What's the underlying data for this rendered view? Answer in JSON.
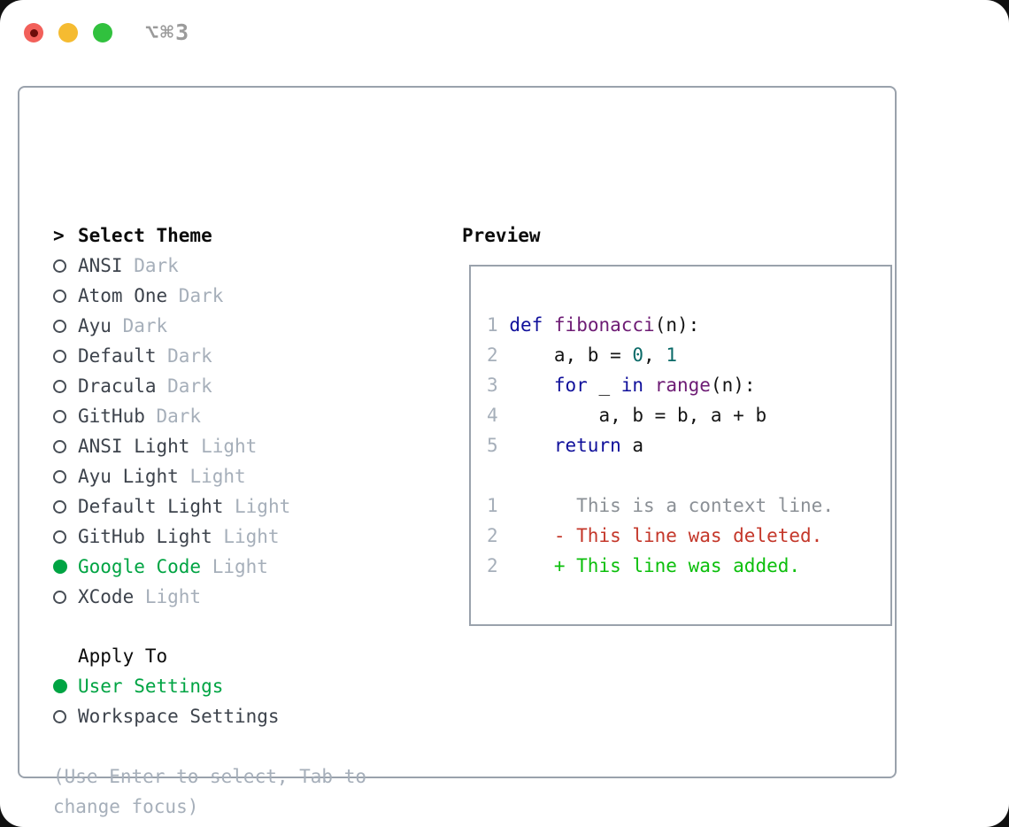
{
  "window": {
    "shortcut": "⌥⌘3",
    "traffic_lights": [
      {
        "name": "close",
        "color": "#f2605a",
        "has_inner_dot": true
      },
      {
        "name": "minimize",
        "color": "#f5bb31",
        "has_inner_dot": false
      },
      {
        "name": "zoom",
        "color": "#31c13e",
        "has_inner_dot": false
      }
    ]
  },
  "theme_picker": {
    "title": "Select Theme",
    "items": [
      {
        "name": "ANSI",
        "variant": "Dark",
        "selected": false
      },
      {
        "name": "Atom One",
        "variant": "Dark",
        "selected": false
      },
      {
        "name": "Ayu",
        "variant": "Dark",
        "selected": false
      },
      {
        "name": "Default",
        "variant": "Dark",
        "selected": false
      },
      {
        "name": "Dracula",
        "variant": "Dark",
        "selected": false
      },
      {
        "name": "GitHub",
        "variant": "Dark",
        "selected": false
      },
      {
        "name": "ANSI Light",
        "variant": "Light",
        "selected": false
      },
      {
        "name": "Ayu Light",
        "variant": "Light",
        "selected": false
      },
      {
        "name": "Default Light",
        "variant": "Light",
        "selected": false
      },
      {
        "name": "GitHub Light",
        "variant": "Light",
        "selected": false
      },
      {
        "name": "Google Code",
        "variant": "Light",
        "selected": true
      },
      {
        "name": "XCode",
        "variant": "Light",
        "selected": false
      }
    ]
  },
  "apply_to": {
    "title": "Apply To",
    "options": [
      {
        "label": "User Settings",
        "selected": true
      },
      {
        "label": "Workspace Settings",
        "selected": false
      }
    ]
  },
  "hint": "(Use Enter to select, Tab to change focus)",
  "preview": {
    "title": "Preview",
    "lines": [
      [
        [
          "ln",
          "1"
        ],
        [
          "pl",
          " "
        ],
        [
          "kw",
          "def"
        ],
        [
          "pl",
          " "
        ],
        [
          "fn",
          "fibonacci"
        ],
        [
          "pl",
          "(n):"
        ]
      ],
      [
        [
          "ln",
          "2"
        ],
        [
          "pl",
          "     a, b = "
        ],
        [
          "lit",
          "0"
        ],
        [
          "pl",
          ", "
        ],
        [
          "lit",
          "1"
        ]
      ],
      [
        [
          "ln",
          "3"
        ],
        [
          "pl",
          "     "
        ],
        [
          "kw",
          "for"
        ],
        [
          "pl",
          " _ "
        ],
        [
          "kw",
          "in"
        ],
        [
          "pl",
          " "
        ],
        [
          "fn",
          "range"
        ],
        [
          "pl",
          "(n):"
        ]
      ],
      [
        [
          "ln",
          "4"
        ],
        [
          "pl",
          "         a, b = b, a + b"
        ]
      ],
      [
        [
          "ln",
          "5"
        ],
        [
          "pl",
          "     "
        ],
        [
          "kw",
          "return"
        ],
        [
          "pl",
          " a"
        ]
      ],
      [],
      [
        [
          "ln",
          "1"
        ],
        [
          "pl",
          "       "
        ],
        [
          "ctx",
          "This is a context line."
        ]
      ],
      [
        [
          "ln",
          "2"
        ],
        [
          "pl",
          "     "
        ],
        [
          "del",
          "- This line was deleted."
        ]
      ],
      [
        [
          "ln",
          "2"
        ],
        [
          "pl",
          "     "
        ],
        [
          "add",
          "+ This line was added."
        ]
      ]
    ]
  },
  "colors": {
    "panel_border": "#9aa2ac",
    "accent_green": "#00a443",
    "added_green": "#0cbf0c",
    "deleted_red": "#c4372a",
    "context_gray": "#8b9096",
    "muted_gray": "#a6afba",
    "item_text": "#3d434c",
    "keyword_blue": "#10109b",
    "function_purple": "#6d1b74",
    "literal_teal": "#0b6a68",
    "traffic_red": "#f2605a",
    "traffic_yellow": "#f5bb31",
    "traffic_green": "#31c13e"
  }
}
